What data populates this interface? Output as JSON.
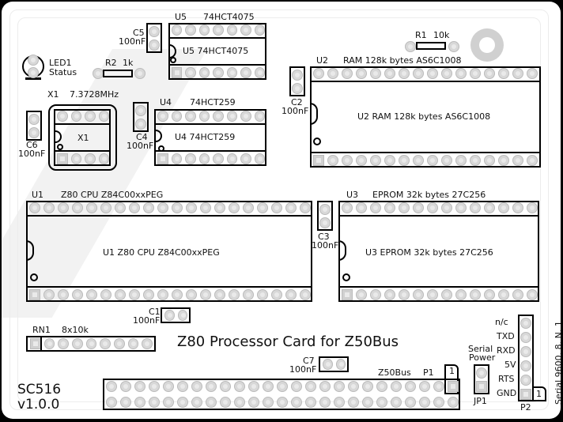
{
  "board": {
    "name": "SC516",
    "version": "v1.0.0",
    "title": "Z80 Processor Card for Z50Bus",
    "serial_note": "Serial 9600. 8. N. 1"
  },
  "components": {
    "led1": {
      "ref": "LED1",
      "value": "Status"
    },
    "r2": {
      "ref": "R2",
      "value": "1k"
    },
    "r1": {
      "ref": "R1",
      "value": "10k"
    },
    "c5": {
      "ref": "C5",
      "value": "100nF"
    },
    "c6": {
      "ref": "C6",
      "value": "100nF"
    },
    "c4": {
      "ref": "C4",
      "value": "100nF"
    },
    "c2": {
      "ref": "C2",
      "value": "100nF"
    },
    "c3": {
      "ref": "C3",
      "value": "100nF"
    },
    "c1": {
      "ref": "C1",
      "value": "100nF"
    },
    "c7": {
      "ref": "C7",
      "value": "100nF"
    },
    "x1": {
      "ref": "X1",
      "value": "7.3728MHz",
      "inner": "X1"
    },
    "u5": {
      "ref": "U5",
      "value": "74HCT4075",
      "inner": "U5   74HCT4075",
      "pins_per_row": 7
    },
    "u4": {
      "ref": "U4",
      "value": "74HCT259",
      "inner": "U4   74HCT259",
      "pins_per_row": 8
    },
    "u2": {
      "ref": "U2",
      "value": "RAM 128k bytes   AS6C1008",
      "inner": "U2   RAM 128k bytes   AS6C1008",
      "pins_per_row": 16
    },
    "u1": {
      "ref": "U1",
      "value": "Z80 CPU     Z84C00xxPEG",
      "inner": "U1   Z80  CPU   Z84C00xxPEG",
      "pins_per_row": 20
    },
    "u3": {
      "ref": "U3",
      "value": "EPROM 32k bytes      27C256",
      "inner": "U3   EPROM 32k bytes   27C256",
      "pins_per_row": 14
    },
    "rn1": {
      "ref": "RN1",
      "value": "8x10k",
      "pins": 9
    },
    "p1": {
      "ref": "P1",
      "value": "Z50Bus",
      "pin1": "1",
      "pins_per_row": 25
    },
    "jp1": {
      "ref": "JP1",
      "value": "Serial Power"
    },
    "p2": {
      "ref": "P2",
      "pin1": "1",
      "pins": [
        "n/c",
        "TXD",
        "RXD",
        "5V",
        "RTS",
        "GND"
      ]
    }
  }
}
